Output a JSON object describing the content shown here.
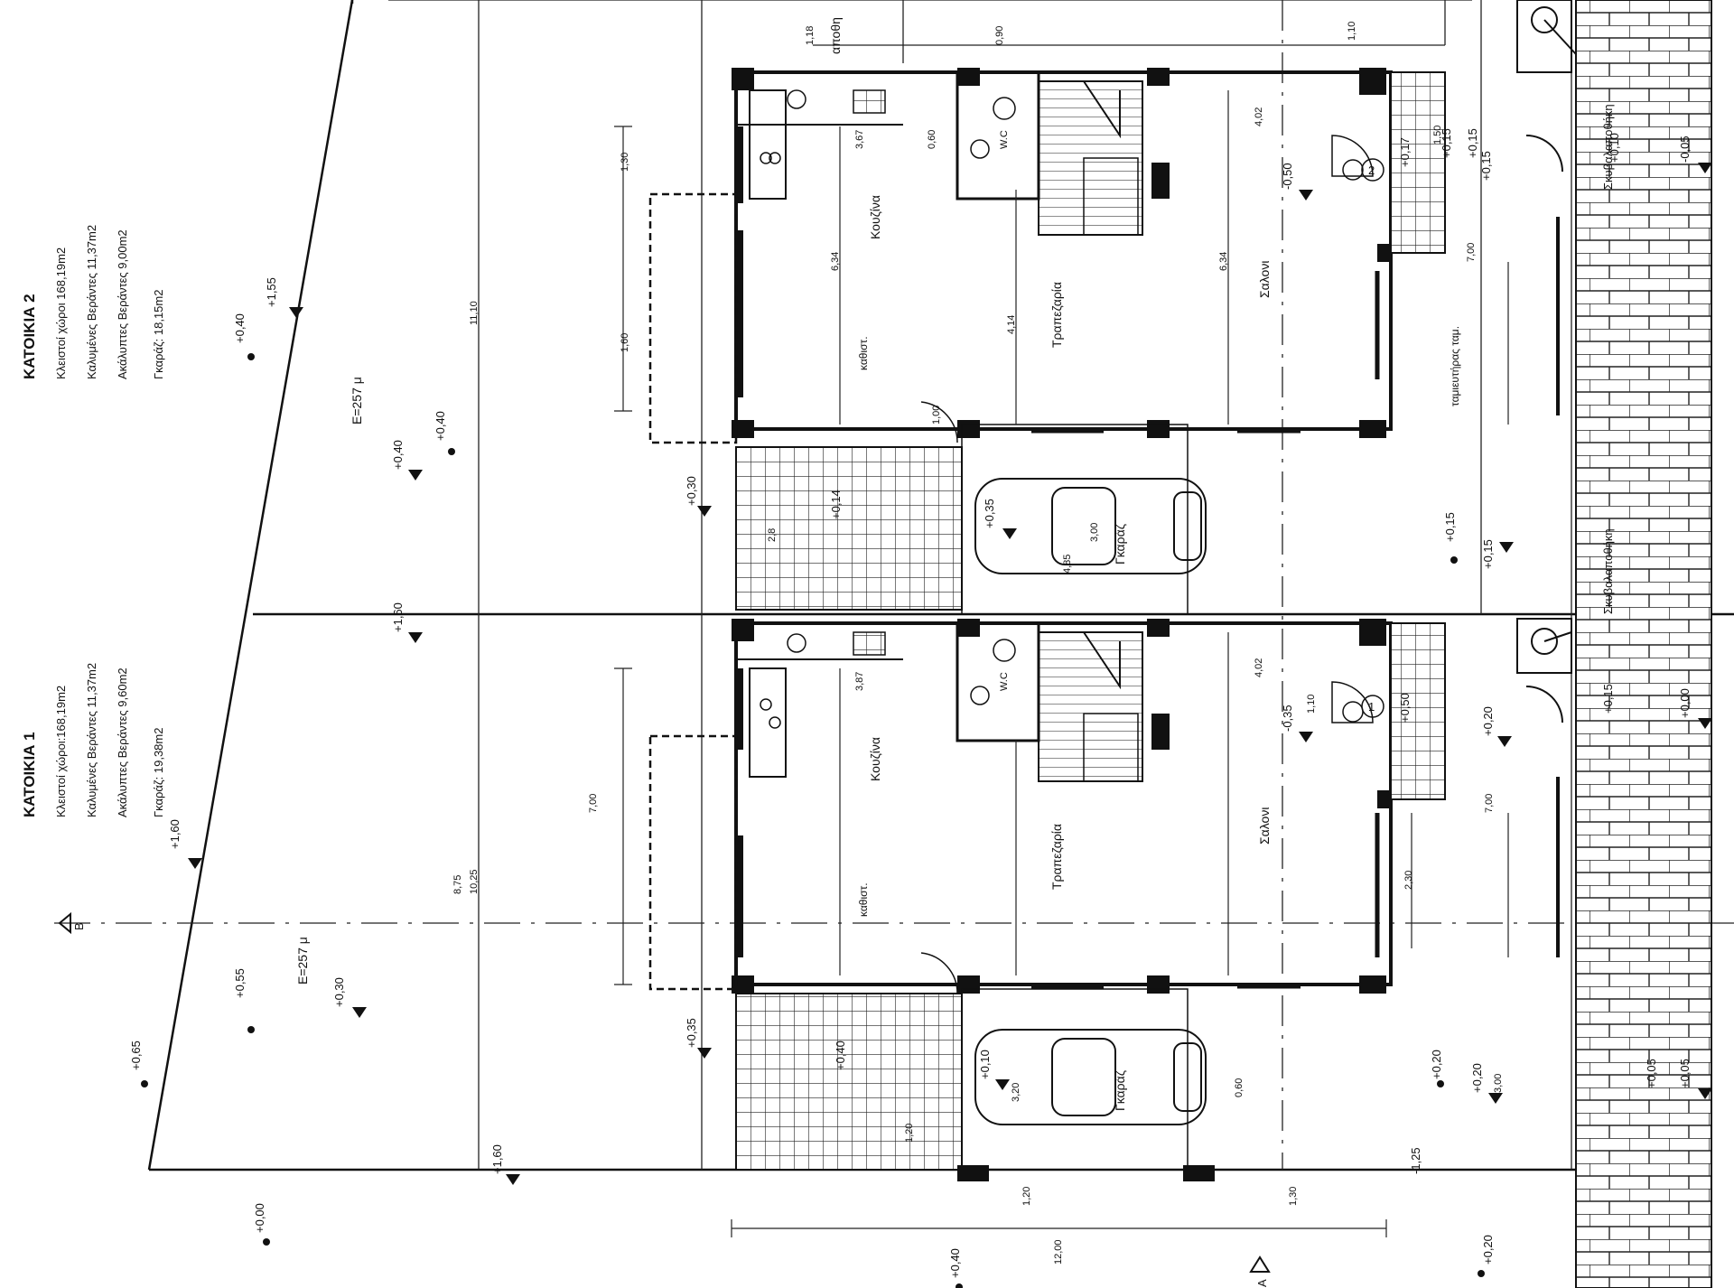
{
  "units": {
    "unit1": {
      "heading": "ΚΑΤΟΙΚΙΑ 1",
      "closed_area": "Κλειστοί χώροι:168,19m2",
      "covered_verandas": "Καλυμένες Βεράντες 11,37m2",
      "uncovered_verandas": "Ακάλυπτες Βεράντες 9,60m2",
      "garage": "Γκαράζ: 19,38m2",
      "plot_area": "Ε=257 μ"
    },
    "unit2": {
      "heading": "ΚΑΤΟΙΚΙΑ 2",
      "closed_area": "Κλειστοί χώροι 168,19m2",
      "covered_verandas": "Καλυμένες Βεράντες 11,37m2",
      "uncovered_verandas": "Ακάλυπτες Βεράντες 9,00m2",
      "garage": "Γκαράζ: 18,15m2",
      "plot_area": "Ε=257 μ"
    }
  },
  "rooms": {
    "kitchen": "Κουζίνα",
    "dining": "Τραπεζαρία",
    "living": "Σαλονι",
    "storage": "αποθη",
    "wc": "W.C",
    "garage": "Γκαράζ",
    "entrance": "καθιστ.",
    "store_room": "Σκυβαλαποθήκη",
    "panel_text": "ταμιευτήρας ταμ."
  },
  "markers": {
    "unit1_num": "1",
    "unit2_num": "2",
    "section_b": "Β",
    "section_a": "Α"
  },
  "levels": {
    "l1": "+1,55",
    "l2": "+0,40",
    "l3": "+0,40",
    "l4": "+0,40",
    "l5": "+1,60",
    "l6": "+1,60",
    "l7": "+0,55",
    "l8": "+0,30",
    "l9": "+0,65",
    "l10": "+0,00",
    "l11": "+1,60",
    "l12": "+0,30",
    "l13": "+0,35",
    "l14": "+0,14",
    "l15": "+0,35",
    "l16": "+0,40",
    "l17": "+0,10",
    "l18": "+0,40",
    "l19": "-0,50",
    "l20": "+0,17",
    "l21": "-0,35",
    "l22": "+0,50",
    "l23": "+0,15",
    "l24": "+0,15",
    "l25": "+0,10",
    "l26": "+0,15",
    "l27": "-0,05",
    "l28": "+0,20",
    "l29": "+0,15",
    "l30": "+0,00",
    "l31": "+0,20",
    "l32": "+0,20",
    "l33": "-1,25",
    "l34": "+0,05",
    "l35": "+0,20",
    "l36": "+0,15",
    "l37": "+0,15",
    "l38": "+0,05"
  },
  "dims": {
    "d1": "1,18",
    "d2": "1,10",
    "d3": "3,67",
    "d4": "6,34",
    "d5": "4,14",
    "d6": "4,02",
    "d7": "6,34",
    "d8": "1,30",
    "d9": "1,60",
    "d10": "7,00",
    "d11": "11,10",
    "d12": "7,00",
    "d13": "1,50",
    "d14": "3,00",
    "d15": "4,85",
    "d16": "2,30",
    "d17": "10,25",
    "d18": "12,00",
    "d19": "1,20",
    "d20": "3,20",
    "d21": "3,00",
    "d22": "7,00",
    "d23": "0,60",
    "d24": "0,90",
    "d25": "2,8",
    "d26": "1,10",
    "d27": "3,87",
    "d28": "4,02",
    "d29": "1,00",
    "d30": "0,60",
    "d31": "8,75",
    "d32": "1,30",
    "d33": "1,20"
  }
}
